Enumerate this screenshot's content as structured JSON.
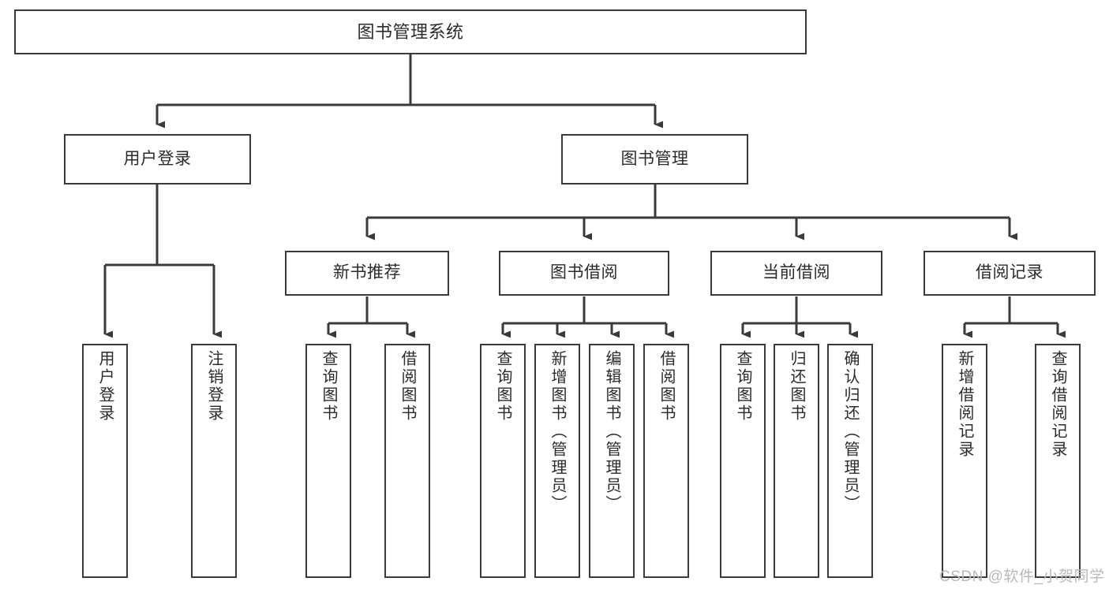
{
  "diagram": {
    "type": "tree-hierarchy-chart",
    "title": "图书管理系统",
    "stroke_color": "#3a3a3a",
    "fill_color": "#ffffff",
    "text_color": "#2b2b2b",
    "levels": {
      "level1": [
        {
          "id": "root",
          "label": "图书管理系统"
        }
      ],
      "level2": [
        {
          "id": "user-login",
          "label": "用户登录"
        },
        {
          "id": "book-management",
          "label": "图书管理"
        }
      ],
      "level3": [
        {
          "id": "new-book-recommend",
          "label": "新书推荐"
        },
        {
          "id": "book-borrow",
          "label": "图书借阅"
        },
        {
          "id": "current-borrow",
          "label": "当前借阅"
        },
        {
          "id": "borrow-record",
          "label": "借阅记录"
        }
      ],
      "leaves": [
        {
          "id": "leaf-user-login",
          "label": "用户登录",
          "parent": "user-login"
        },
        {
          "id": "leaf-logout-login",
          "label": "注销登录",
          "parent": "user-login"
        },
        {
          "id": "leaf-query-book-1",
          "label": "查询图书",
          "parent": "new-book-recommend"
        },
        {
          "id": "leaf-borrow-book-1",
          "label": "借阅图书",
          "parent": "new-book-recommend"
        },
        {
          "id": "leaf-query-book-2",
          "label": "查询图书",
          "parent": "book-borrow"
        },
        {
          "id": "leaf-add-book",
          "label": "新增图书（管理员）",
          "parent": "book-borrow"
        },
        {
          "id": "leaf-edit-book",
          "label": "编辑图书（管理员）",
          "parent": "book-borrow"
        },
        {
          "id": "leaf-borrow-book-2",
          "label": "借阅图书",
          "parent": "book-borrow"
        },
        {
          "id": "leaf-query-book-3",
          "label": "查询图书",
          "parent": "current-borrow"
        },
        {
          "id": "leaf-return-book",
          "label": "归还图书",
          "parent": "current-borrow"
        },
        {
          "id": "leaf-confirm-return",
          "label": "确认归还（管理员）",
          "parent": "current-borrow"
        },
        {
          "id": "leaf-add-record",
          "label": "新增借阅记录",
          "parent": "borrow-record"
        },
        {
          "id": "leaf-query-record",
          "label": "查询借阅记录",
          "parent": "borrow-record"
        }
      ]
    }
  },
  "watermark": {
    "text": "CSDN @软件_小贺同学"
  }
}
